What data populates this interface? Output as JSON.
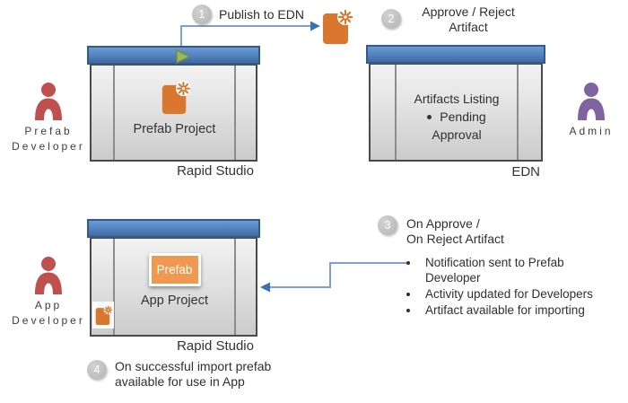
{
  "actors": {
    "prefab_developer": {
      "line1": "Prefab",
      "line2": "Developer"
    },
    "admin": {
      "label": "Admin"
    },
    "app_developer": {
      "line1": "App",
      "line2": "Developer"
    }
  },
  "windows": {
    "studio_top": {
      "title": "Prefab Project",
      "caption": "Rapid Studio"
    },
    "edn": {
      "heading": "Artifacts Listing",
      "bullet": "Pending",
      "bullet_cont": "Approval",
      "caption": "EDN"
    },
    "studio_bottom": {
      "chip": "Prefab",
      "title": "App Project",
      "caption": "Rapid Studio"
    }
  },
  "steps": {
    "step1": {
      "num": "1",
      "text": "Publish to EDN"
    },
    "step2": {
      "num": "2",
      "line1": "Approve / Reject",
      "line2": "Artifact"
    },
    "step3": {
      "num": "3",
      "line1": "On Approve /",
      "line2": "On Reject Artifact"
    },
    "step4": {
      "num": "4",
      "line1": "On successful import prefab",
      "line2": "available for use in App"
    }
  },
  "notes": [
    {
      "line1": "Notification sent to Prefab",
      "line2": "Developer"
    },
    {
      "line1": "Activity updated for Developers",
      "line2": ""
    },
    {
      "line1": "Artifact available for importing",
      "line2": ""
    }
  ],
  "colors": {
    "titlebar_blue": "#4f81bd",
    "person_red": "#c0504d",
    "person_purple": "#8064a2",
    "artifact_orange": "#d9772e",
    "chip_orange": "#f0984f",
    "connector_blue": "#7da0cf",
    "arrowhead_blue": "#3f6fb5",
    "step_circle_gray": "#bfbfbf"
  }
}
